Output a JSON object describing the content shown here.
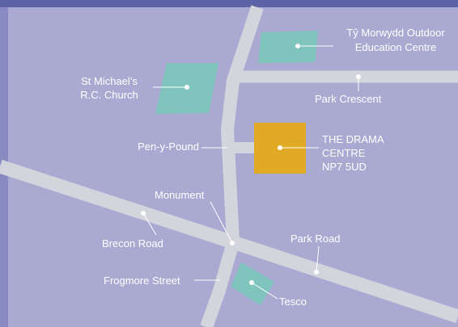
{
  "colors": {
    "background": "#a9a9d2",
    "top_bar": "#5b62a6",
    "left_strip": "#8a8ac2",
    "road": "#d4d4dc",
    "green_area": "#7fc4bd",
    "destination": "#e0aa24",
    "label": "#ffffff"
  },
  "places": {
    "ty_morwydd": {
      "line1": "Tŷ Morwydd Outdoor",
      "line2": "Education Centre"
    },
    "st_michaels": {
      "line1": "St Michael’s",
      "line2": "R.C. Church"
    },
    "park_crescent": "Park Crescent",
    "pen_y_pound": "Pen-y-Pound",
    "drama_centre": {
      "line1": "THE DRAMA",
      "line2": "CENTRE",
      "postcode": "NP7 5UD"
    },
    "monument": "Monument",
    "brecon_road": "Brecon Road",
    "park_road": "Park Road",
    "frogmore_street": "Frogmore Street",
    "tesco": "Tesco"
  }
}
